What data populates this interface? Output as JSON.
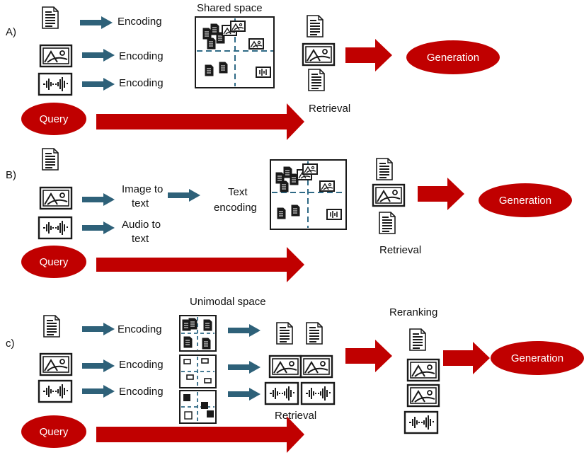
{
  "colors": {
    "arrow_red": "#c00000",
    "arrow_blue": "#2e6179",
    "ellipse_red": "#c00000",
    "icon_stroke": "#1a1a1a",
    "dash_blue": "#2f6a86"
  },
  "icons": [
    "document-icon",
    "image-icon",
    "audio-waveform-icon"
  ],
  "panel_a": {
    "marker": "A)",
    "encoding_labels": [
      "Encoding",
      "Encoding",
      "Encoding"
    ],
    "space_title": "Shared space",
    "retrieval": "Retrieval",
    "generation": "Generation",
    "query": "Query"
  },
  "panel_b": {
    "marker": "B)",
    "image_to_text": [
      "Image to",
      "text"
    ],
    "audio_to_text": [
      "Audio to",
      "text"
    ],
    "text_encoding": [
      "Text",
      "encoding"
    ],
    "retrieval": "Retrieval",
    "generation": "Generation",
    "query": "Query"
  },
  "panel_c": {
    "marker": "c)",
    "encoding_labels": [
      "Encoding",
      "Encoding",
      "Encoding"
    ],
    "space_title": "Unimodal space",
    "retrieval": "Retrieval",
    "reranking": "Reranking",
    "generation": "Generation",
    "query": "Query"
  }
}
